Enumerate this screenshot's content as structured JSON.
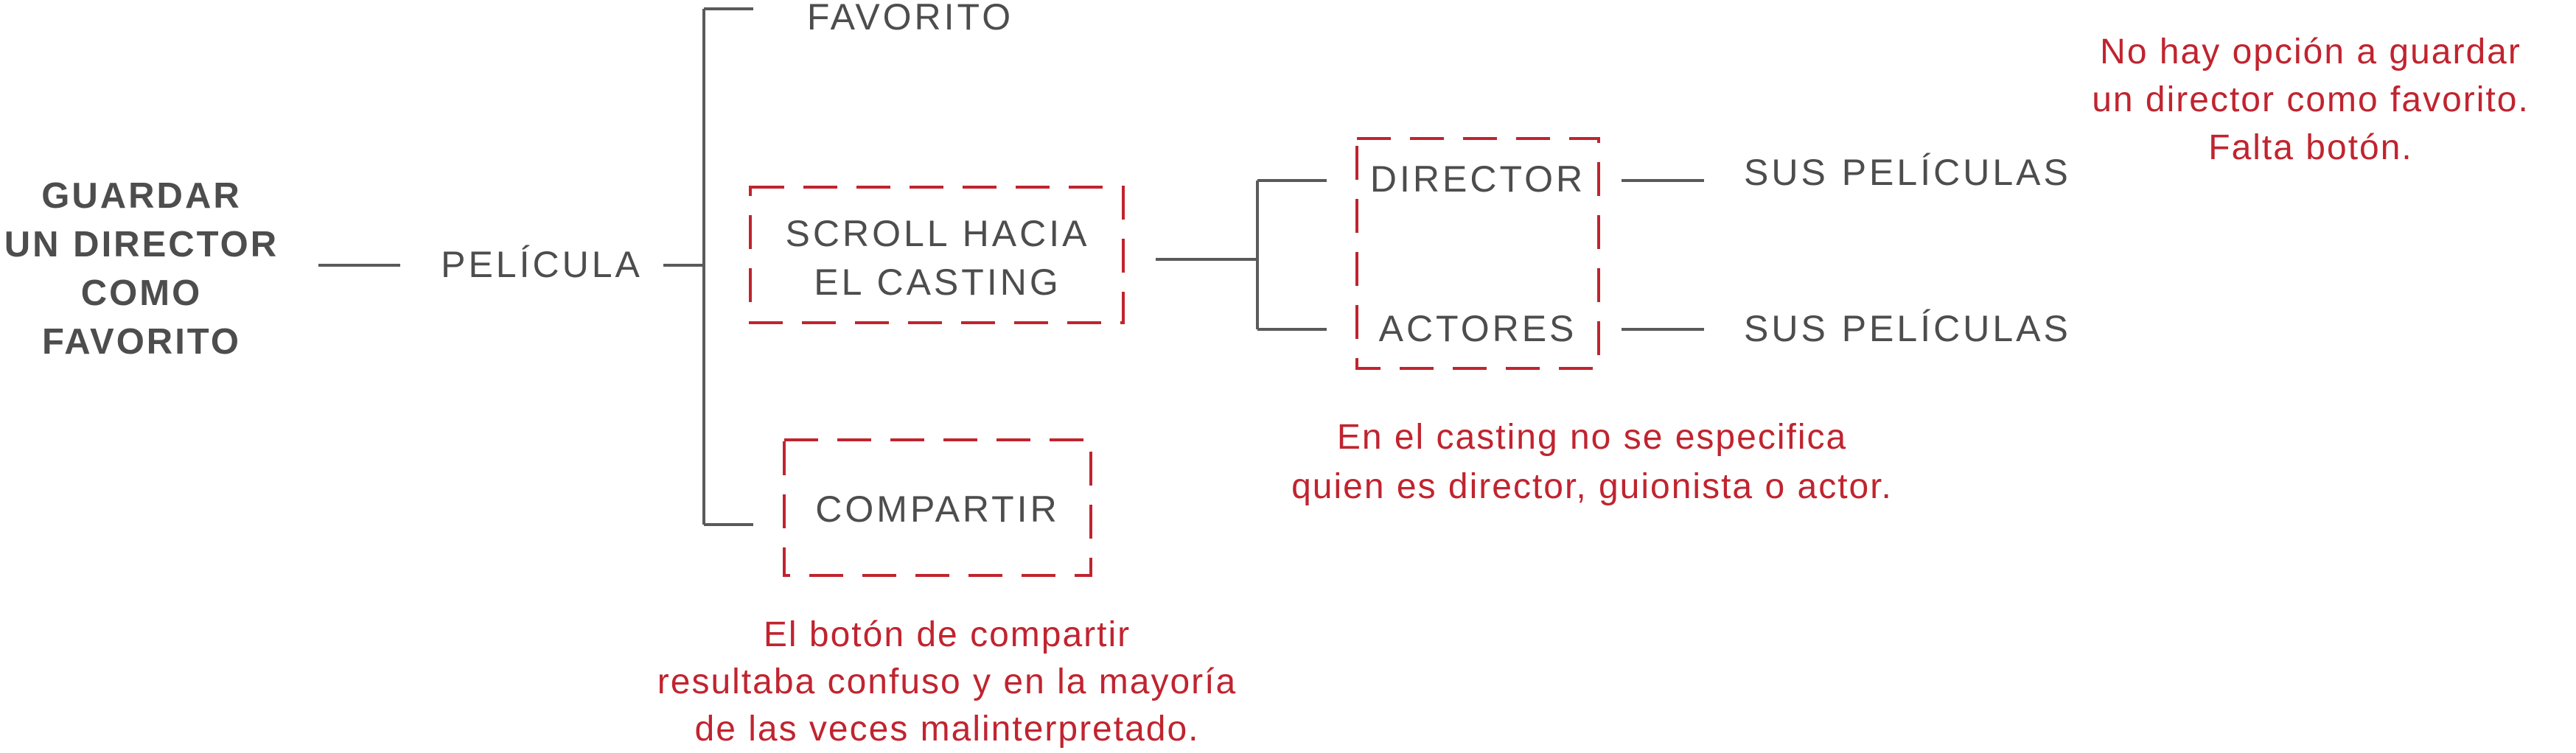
{
  "colors": {
    "text": "#4d4d4d",
    "connector": "#5a5a5a",
    "highlight": "#c0242f",
    "background": "#ffffff"
  },
  "nodes": {
    "root": {
      "lines": [
        "GUARDAR",
        "UN DIRECTOR",
        "COMO",
        "FAVORITO"
      ]
    },
    "pelicula": {
      "label": "PELÍCULA"
    },
    "favorito": {
      "label": "FAVORITO"
    },
    "scroll": {
      "lines": [
        "SCROLL HACIA",
        "EL CASTING"
      ],
      "flagged": true
    },
    "compartir": {
      "label": "COMPARTIR",
      "flagged": true
    },
    "director": {
      "label": "DIRECTOR",
      "flagged": true
    },
    "actores": {
      "label": "ACTORES",
      "flagged": true
    },
    "sus_peliculas_director": {
      "label": "SUS PELÍCULAS"
    },
    "sus_peliculas_actores": {
      "label": "SUS PELÍCULAS"
    }
  },
  "notes": {
    "favorite": {
      "lines": [
        "No hay opción a guardar",
        "un director como favorito.",
        "Falta botón."
      ]
    },
    "casting": {
      "lines": [
        "En el casting no se especifica",
        "quien es director, guionista o actor."
      ]
    },
    "share": {
      "lines": [
        "El botón de compartir",
        "resultaba confuso y en la mayoría",
        "de las veces malinterpretado."
      ]
    }
  }
}
